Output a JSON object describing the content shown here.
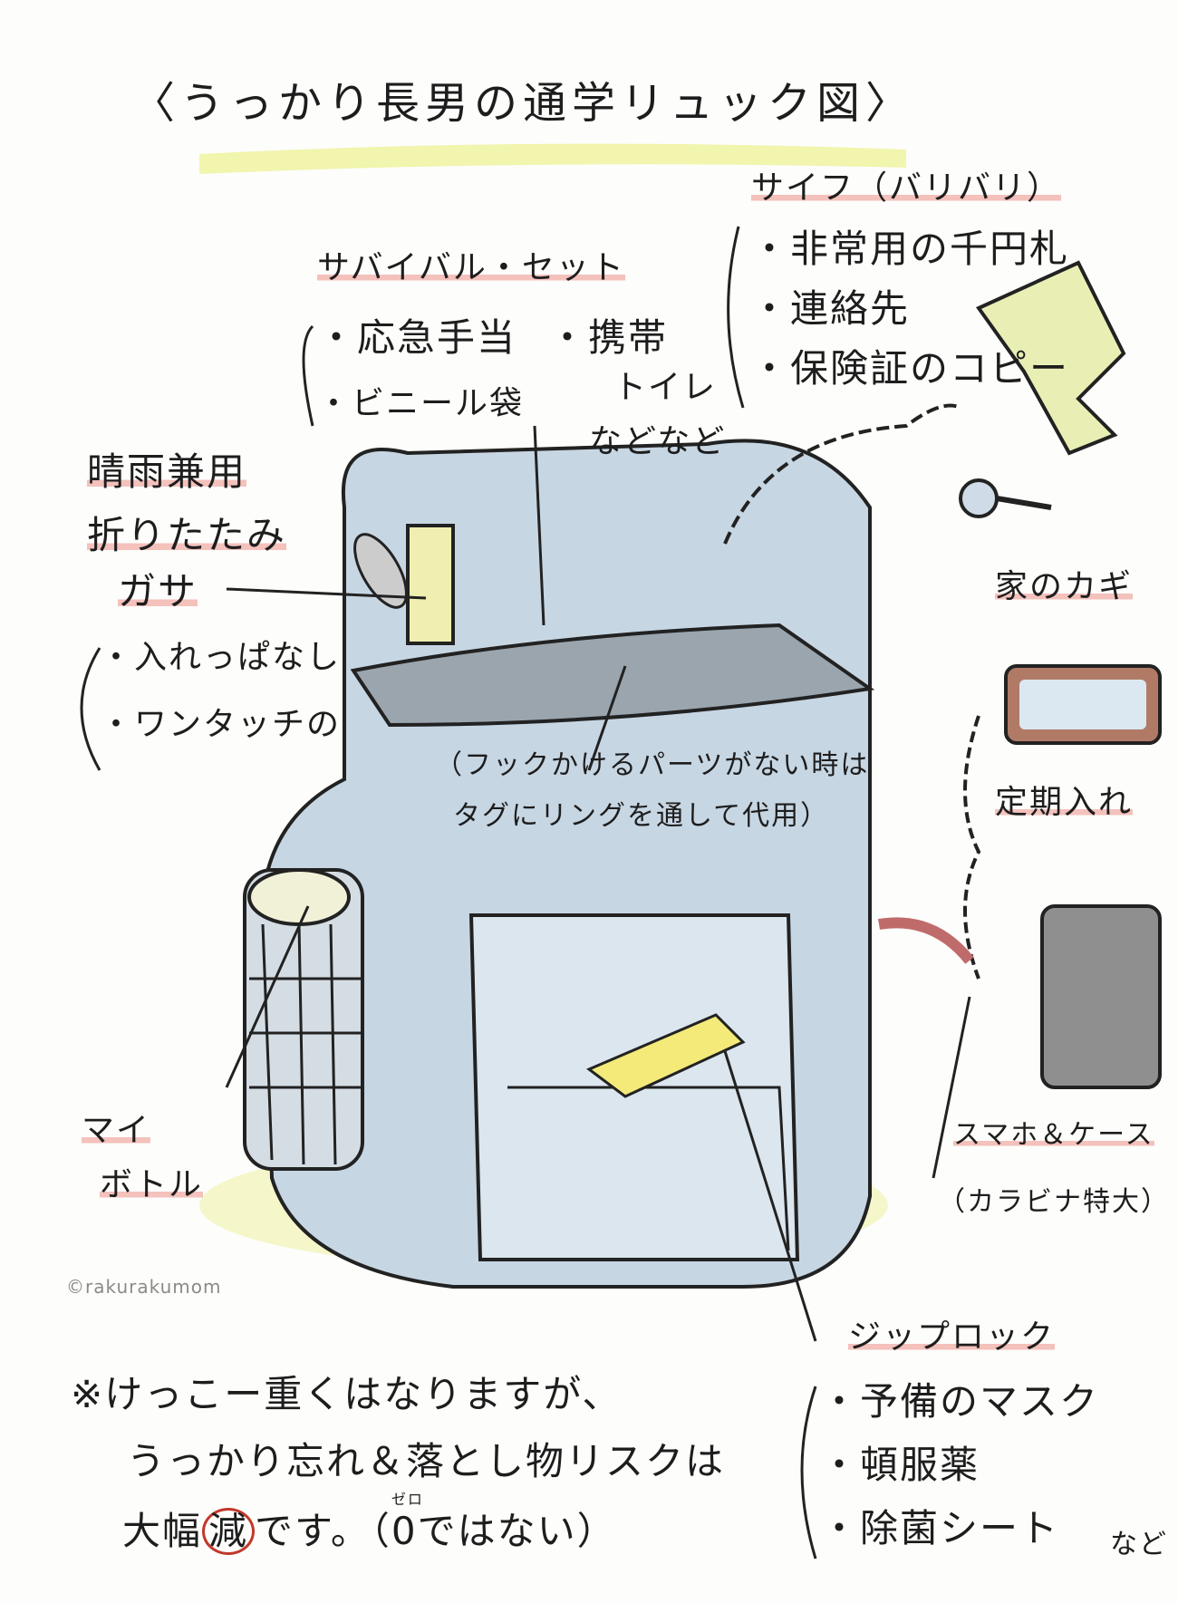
{
  "title": "〈うっかり長男の通学リュック図〉",
  "wallet": {
    "heading": "サイフ（バリバリ）",
    "items": [
      "・非常用の千円札",
      "・連絡先",
      "・保険証のコピー"
    ]
  },
  "survival": {
    "heading": "サバイバル・セット",
    "items": [
      "・応急手当",
      "・携帯",
      "トイレ",
      "・ビニール袋",
      "などなど"
    ]
  },
  "umbrella": {
    "heading": [
      "晴雨兼用",
      "折りたたみ",
      "ガサ"
    ],
    "items": [
      "・入れっぱなし",
      "・ワンタッチの"
    ]
  },
  "key": "家のカギ",
  "pass_case": "定期入れ",
  "hook_note": [
    "（フックかけるパーツがない時は",
    "タグにリングを通して代用）"
  ],
  "bottle": [
    "マイ",
    "ボトル"
  ],
  "copyright": "©rakurakumom",
  "phone": {
    "heading": "スマホ＆ケース",
    "note": "（カラビナ特大）"
  },
  "ziplock": {
    "heading": "ジップロック",
    "items": [
      "・予備のマスク",
      "・頓服薬",
      "・除菌シート"
    ],
    "etc": "など"
  },
  "footnote": {
    "line1": "※けっこー重くはなりますが、",
    "line2": "うっかり忘れ＆落とし物リスクは",
    "line3_pre": "大幅",
    "line3_circled": "減",
    "line3_post": "です。（",
    "zero": "0",
    "zero_ruby": "ゼロ",
    "line3_end": "ではない）"
  },
  "colors": {
    "underline": "#e8786e",
    "highlight": "#eef29a",
    "pencil_blue": "#b8cfe0",
    "pencil_gray": "#8d8d8d"
  }
}
